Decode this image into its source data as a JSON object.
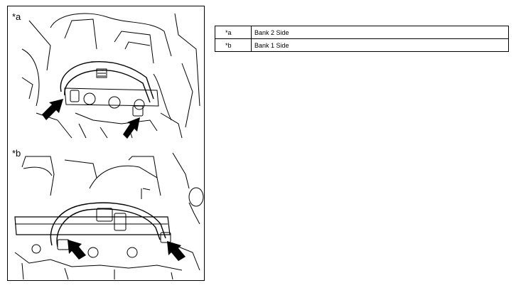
{
  "panels": [
    {
      "label": "*a"
    },
    {
      "label": "*b"
    }
  ],
  "legend": [
    {
      "key": "*a",
      "text": "Bank 2 Side"
    },
    {
      "key": "*b",
      "text": "Bank 1 Side"
    }
  ]
}
